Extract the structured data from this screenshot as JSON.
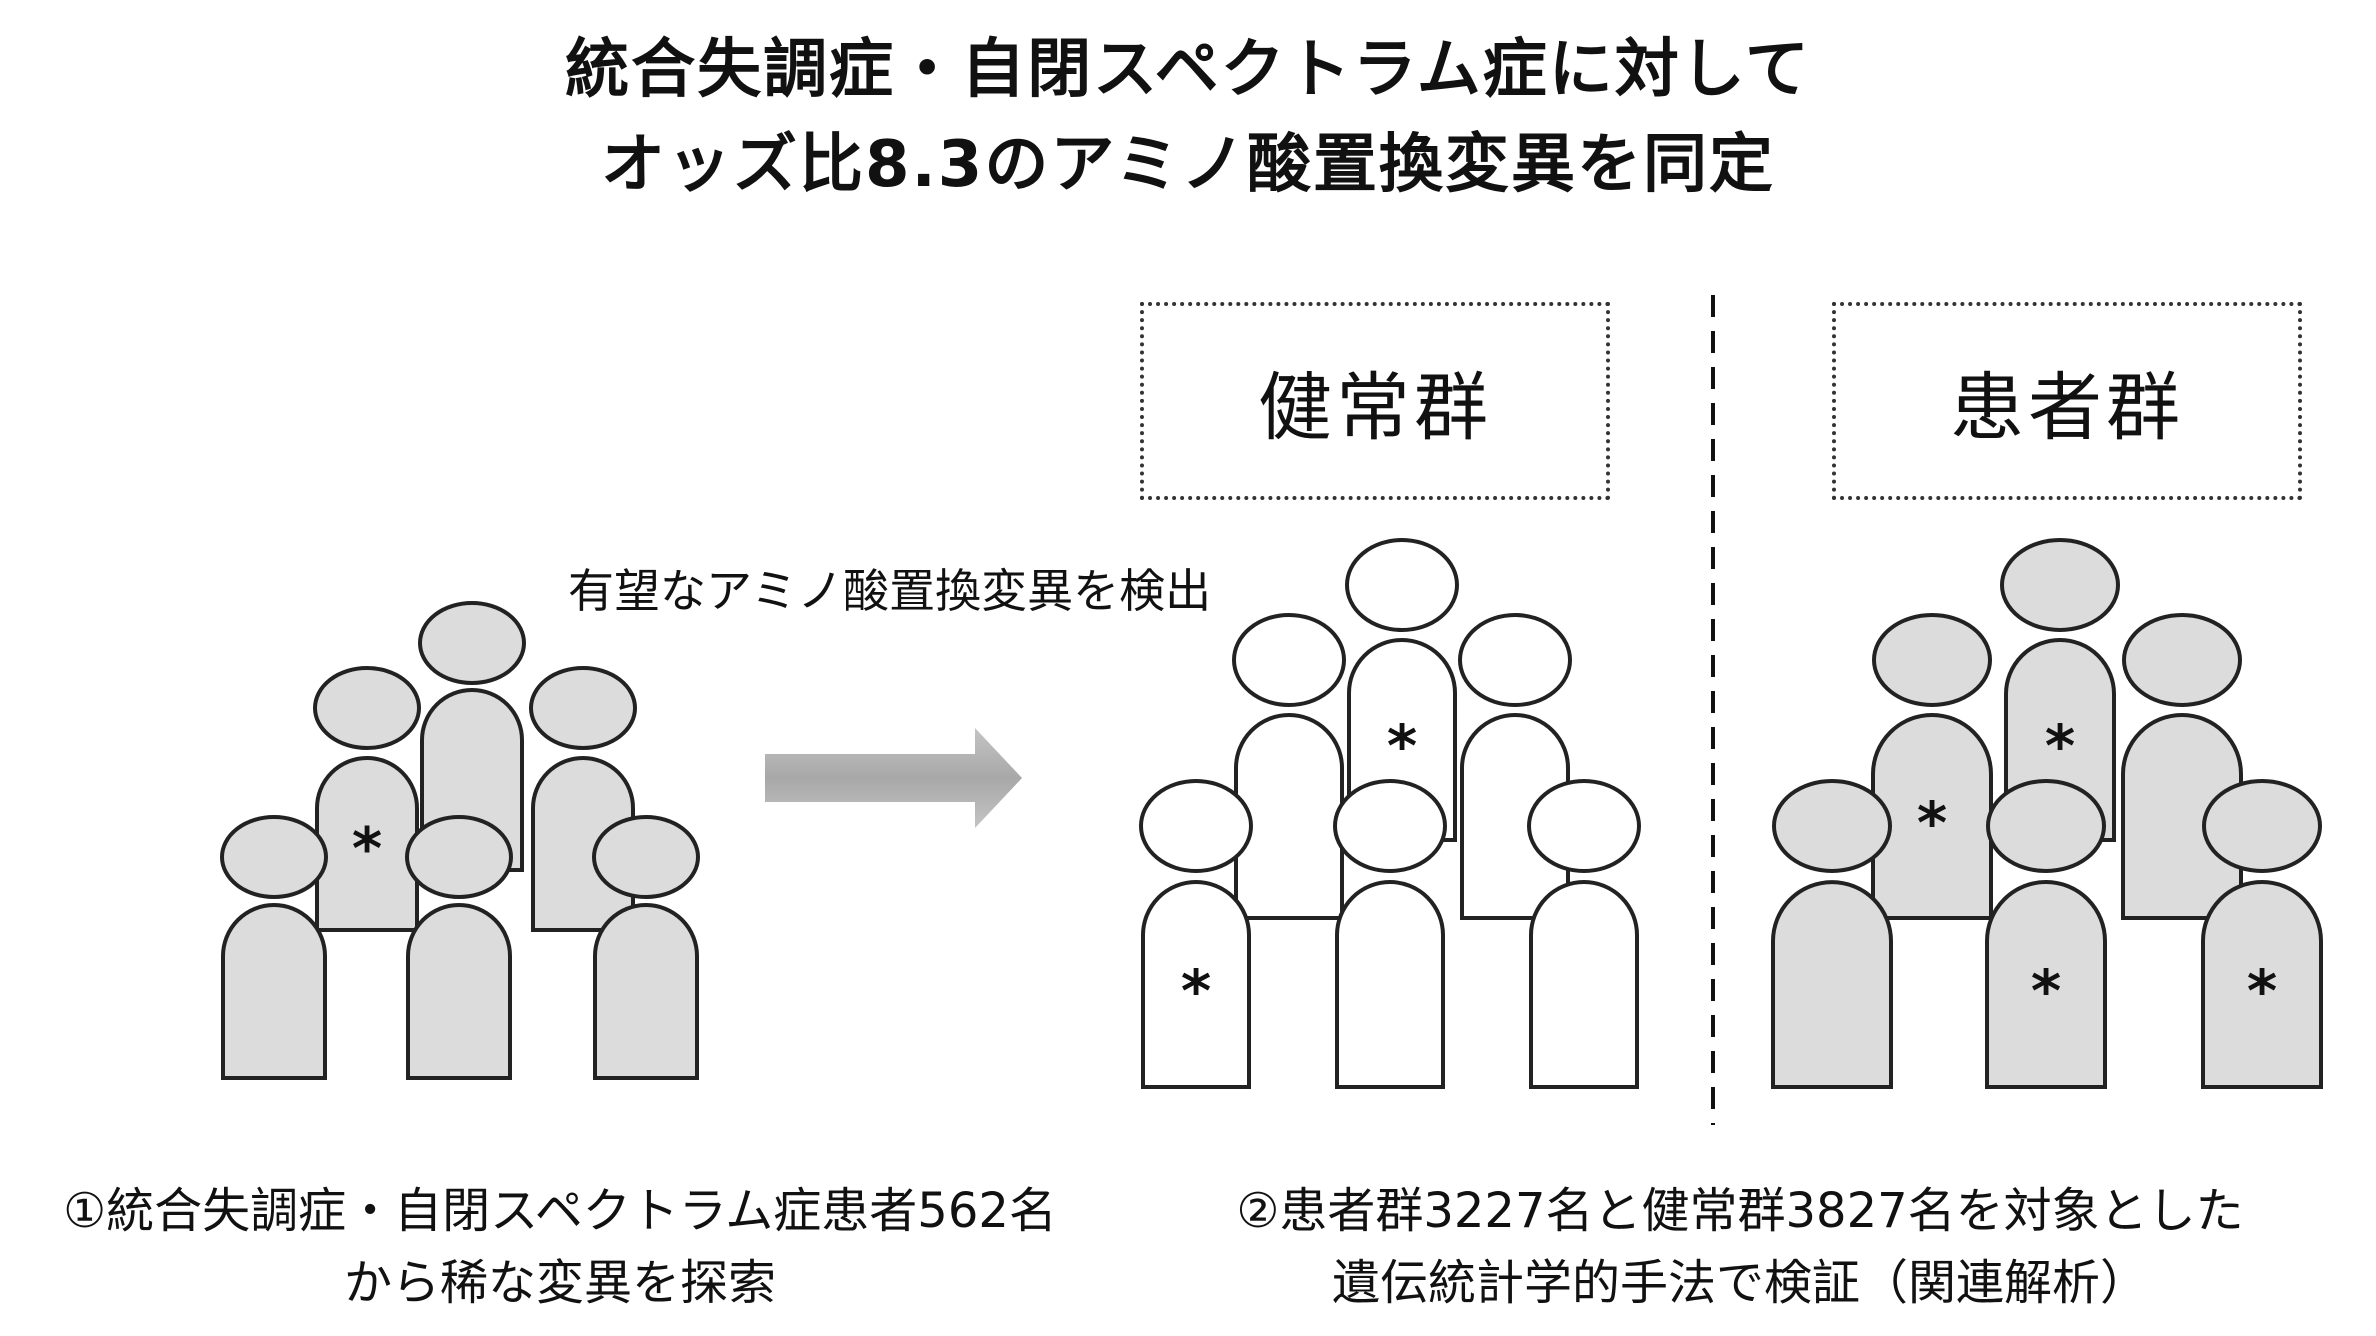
{
  "title": {
    "line1": "統合失調症・自閉スペクトラム症に対して",
    "line2": "オッズ比8.3のアミノ酸置換変異を同定"
  },
  "groups": {
    "healthy": "健常群",
    "patient": "患者群"
  },
  "arrow_caption": "有望なアミノ酸置換変異を検出",
  "captions": {
    "left_line1": "①統合失調症・自閉スペクトラム症患者562名",
    "left_line2": "から稀な変異を探索",
    "right_line1": "②患者群3227名と健常群3827名を対象とした",
    "right_line2": "遺伝統計学的手法で検証（関連解析）"
  },
  "marker_symbol": "*",
  "colors": {
    "gray_fill": "#dcdcdc",
    "white_fill": "#ffffff",
    "arrow": "#b0b0b0"
  }
}
